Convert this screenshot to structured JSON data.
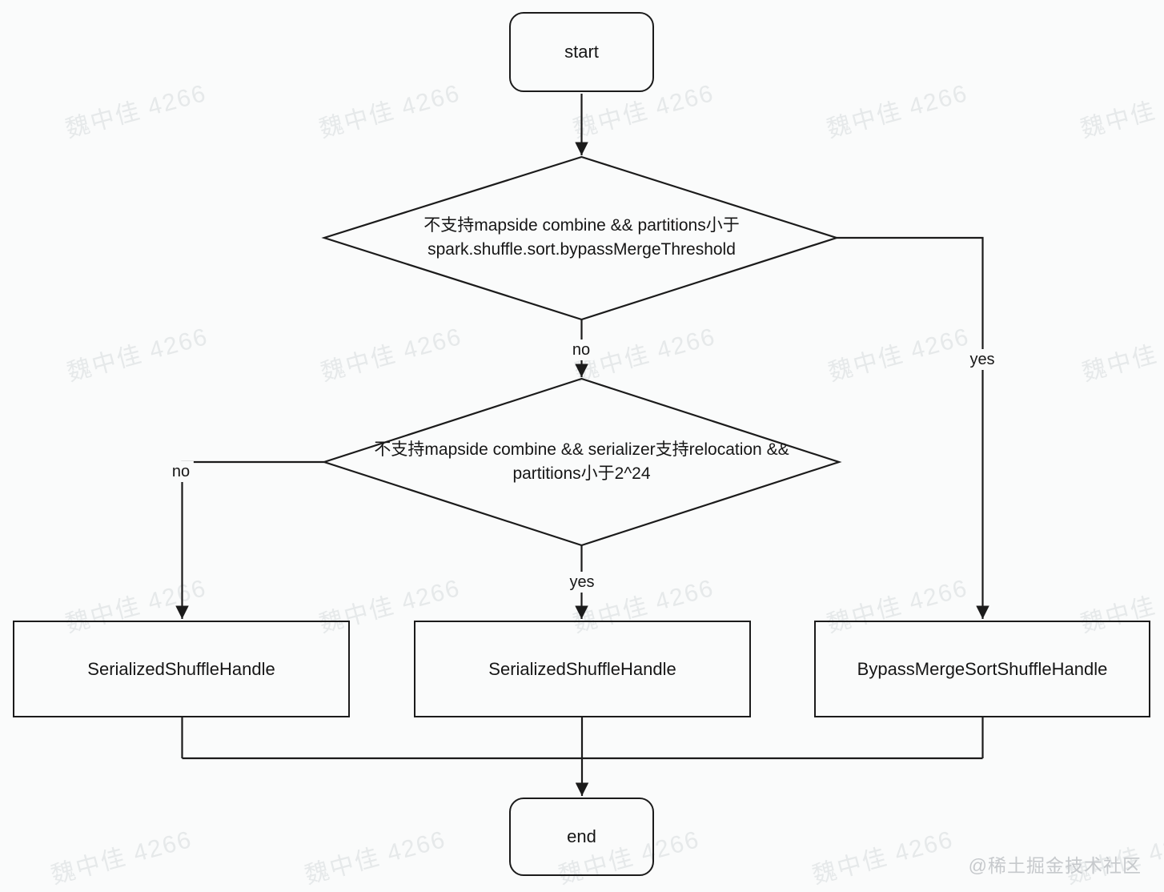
{
  "page": {
    "background_color": "#fafbfb",
    "line_color": "#1b1b1b",
    "text_color": "#161616"
  },
  "flowchart": {
    "start": {
      "label": "start"
    },
    "decision_bypass": {
      "line1": "不支持mapside combine &&  partitions小于",
      "line2": "spark.shuffle.sort.bypassMergeThreshold",
      "no_label": "no",
      "yes_label": "yes"
    },
    "decision_serialized": {
      "line1": "不支持mapside combine &&  serializer支持relocation &&",
      "line2": "partitions小于2^24",
      "no_label": "no",
      "yes_label": "yes"
    },
    "result_left": {
      "label": "SerializedShuffleHandle"
    },
    "result_middle": {
      "label": "SerializedShuffleHandle"
    },
    "result_right": {
      "label": "BypassMergeSortShuffleHandle"
    },
    "end": {
      "label": "end"
    }
  },
  "watermark": {
    "tile_text": "魏中佳 4266",
    "credit": "@稀土掘金技术社区"
  }
}
